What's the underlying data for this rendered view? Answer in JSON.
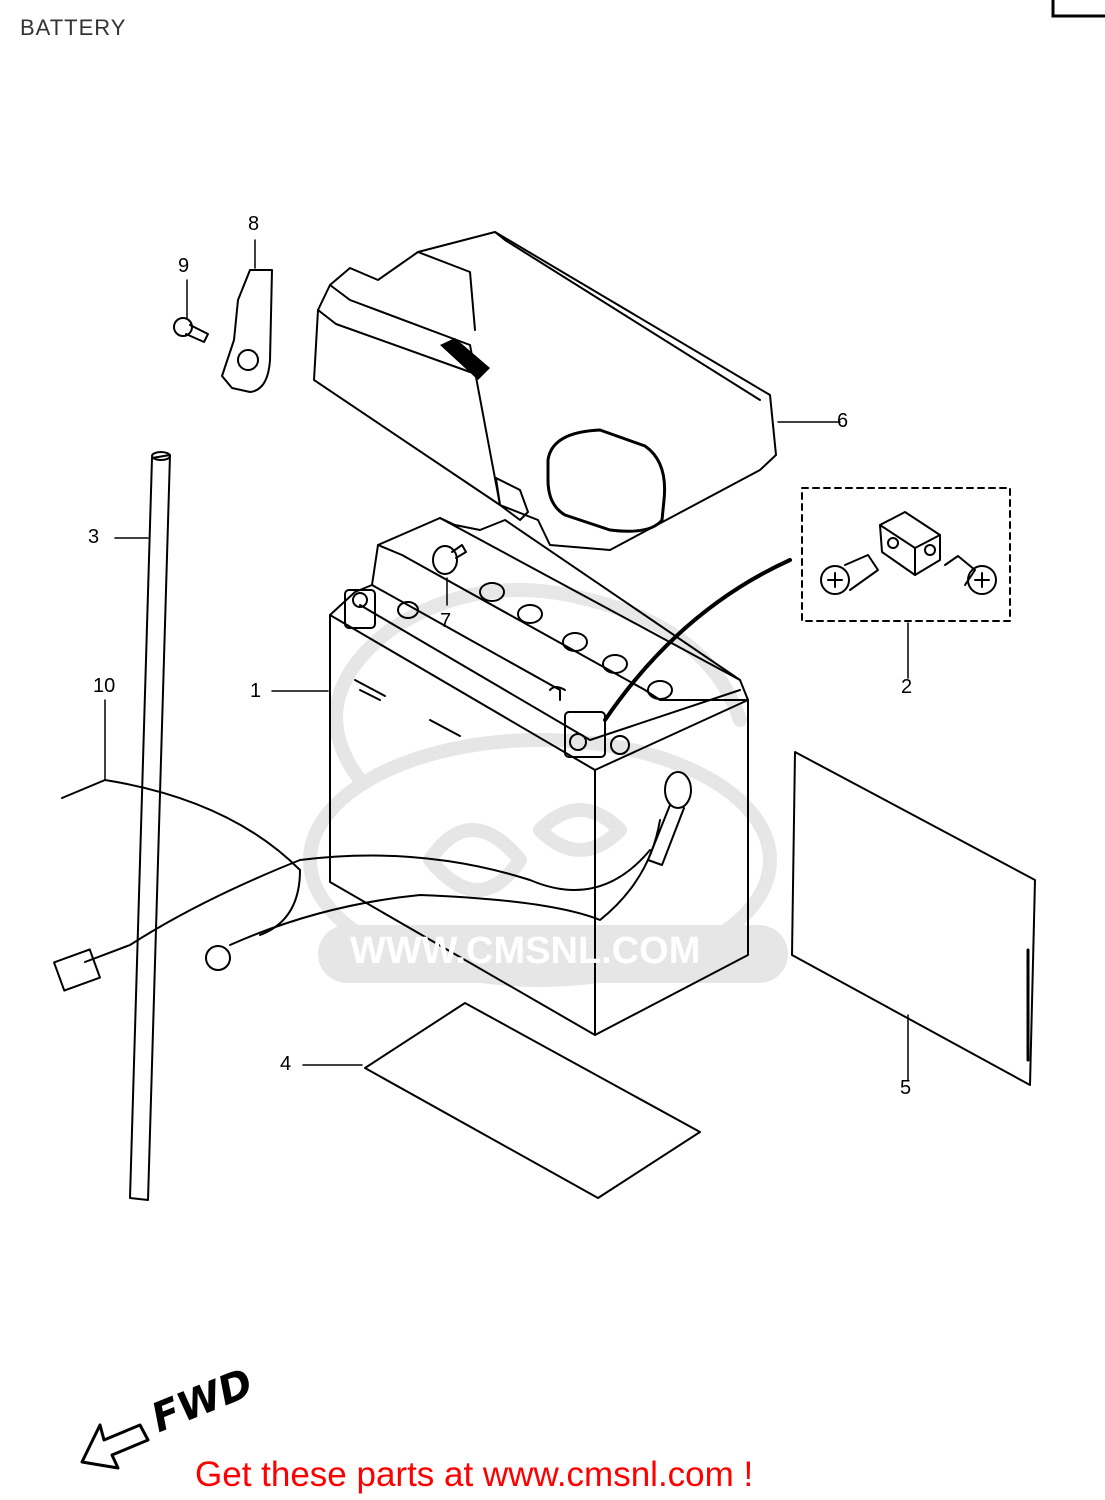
{
  "header": {
    "title": "BATTERY"
  },
  "callouts": {
    "c1": "1",
    "c2": "2",
    "c3": "3",
    "c4": "4",
    "c5": "5",
    "c6": "6",
    "c7": "7",
    "c8": "8",
    "c9": "9",
    "c10": "10"
  },
  "direction": {
    "label": "FWD"
  },
  "watermark": {
    "text": "WWW.CMSNL.COM"
  },
  "footer": {
    "link_text": "Get these parts at www.cmsnl.com !",
    "link_color": "#ff0000"
  }
}
